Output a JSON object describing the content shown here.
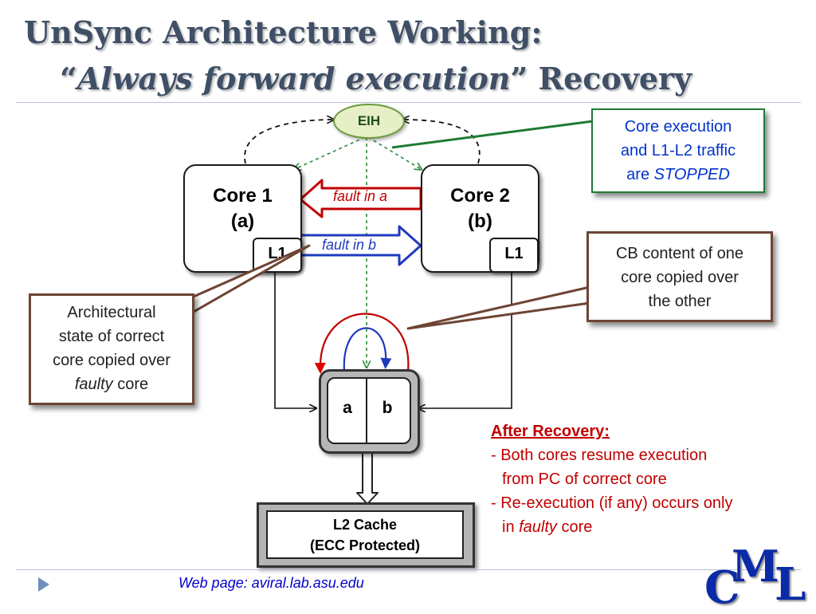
{
  "title": {
    "line1": "UnSync Architecture Working:",
    "line2_open_quote": "“",
    "line2_emph": "Always forward execution",
    "line2_close": "” Recovery"
  },
  "diagram": {
    "eih_label": "EIH",
    "core1": {
      "name": "Core 1",
      "sub": "(a)",
      "cache": "L1"
    },
    "core2": {
      "name": "Core 2",
      "sub": "(b)",
      "cache": "L1"
    },
    "fault_a_label": "fault in a",
    "fault_b_label": "fault in b",
    "cb_cell_a": "a",
    "cb_cell_b": "b",
    "l2_line1": "L2 Cache",
    "l2_line2": "(ECC Protected)",
    "colors": {
      "fault_a": "#c00000",
      "fault_b": "#1f3bbd",
      "eih_link": "#2a8a3a"
    }
  },
  "callouts": {
    "stopped": {
      "line1": "Core execution",
      "line2": "and L1-L2 traffic",
      "line3_prefix": "are ",
      "line3_emph": "STOPPED"
    },
    "cb": {
      "line1": "CB content of one",
      "line2": "core copied over",
      "line3": "the other"
    },
    "arch": {
      "line1": "Architectural",
      "line2": "state of correct",
      "line3": "core copied over",
      "line4_emph": "faulty",
      "line4_suffix": " core"
    }
  },
  "recovery": {
    "heading": "After Recovery:",
    "item1_line1": "- Both cores resume execution",
    "item1_line2": "from PC of correct core",
    "item2_line1": "- Re-execution (if any) occurs only",
    "item2_line2_prefix": "in ",
    "item2_line2_emph": "faulty",
    "item2_line2_suffix": " core"
  },
  "footer": {
    "text": "Web page:  aviral.lab.asu.edu"
  },
  "logo": {
    "c": "C",
    "m": "M",
    "l": "L"
  }
}
